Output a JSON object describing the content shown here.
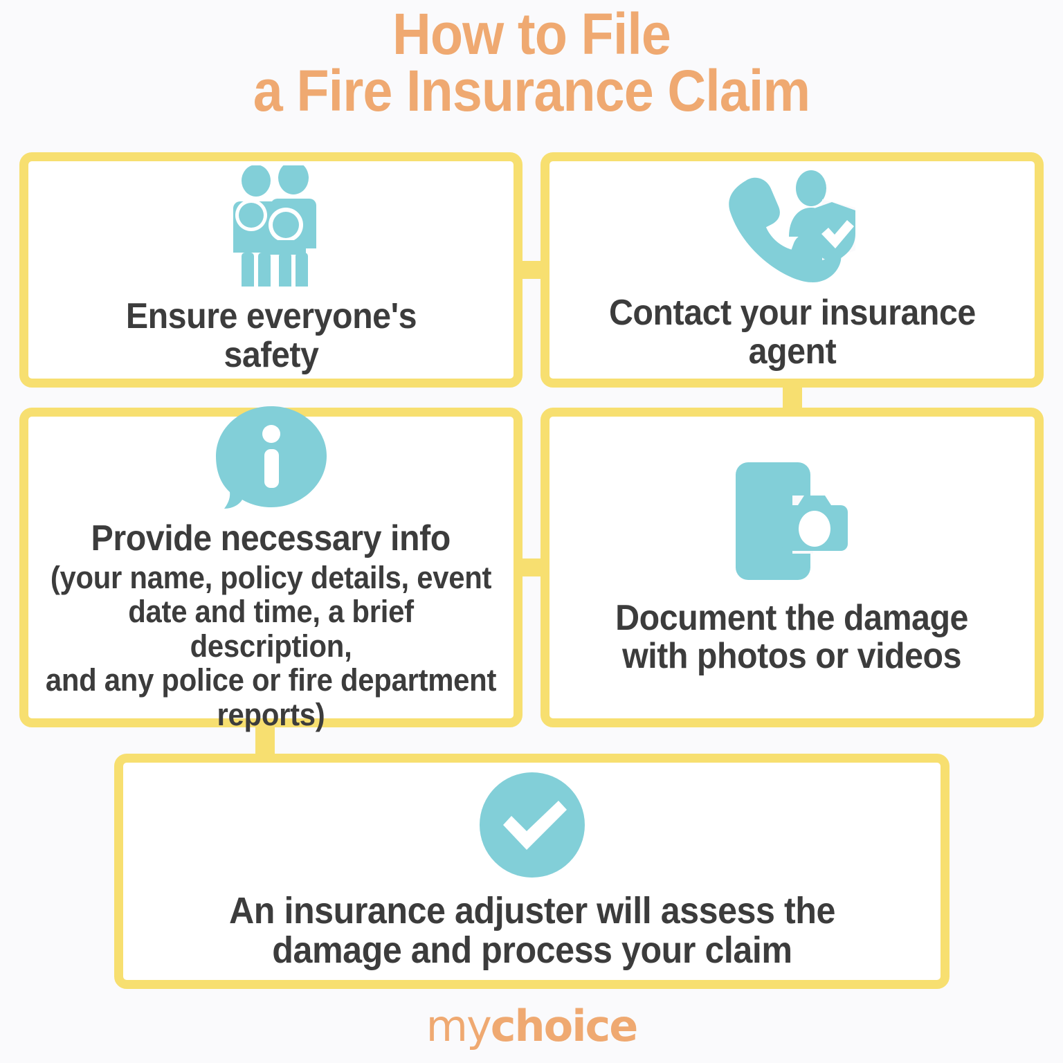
{
  "meta": {
    "background_color": "#FAFAFC",
    "accent_yellow": "#F7DF70",
    "accent_orange": "#EFA971",
    "accent_teal": "#82CFD8",
    "text_color": "#3C3C3C"
  },
  "title": {
    "line1": "How to File",
    "line2": "a Fire Insurance Claim"
  },
  "steps": [
    {
      "id": "step-1",
      "icon": "family-people-icon",
      "heading": "Ensure everyone's\nsafety",
      "sub": ""
    },
    {
      "id": "step-2",
      "icon": "phone-agent-shield-icon",
      "heading": "Contact your insurance\nagent",
      "sub": ""
    },
    {
      "id": "step-3",
      "icon": "info-bubble-icon",
      "heading": "Provide necessary info",
      "sub": "(your name, policy details, event\ndate and time, a brief description,\nand any police or fire department\nreports)"
    },
    {
      "id": "step-4",
      "icon": "phone-camera-icon",
      "heading": "Document the damage\nwith photos or videos",
      "sub": ""
    },
    {
      "id": "step-5",
      "icon": "check-circle-icon",
      "heading": "An insurance adjuster will assess the\ndamage and process your claim",
      "sub": ""
    }
  ],
  "logo": {
    "part1": "my",
    "part2": "choice"
  }
}
